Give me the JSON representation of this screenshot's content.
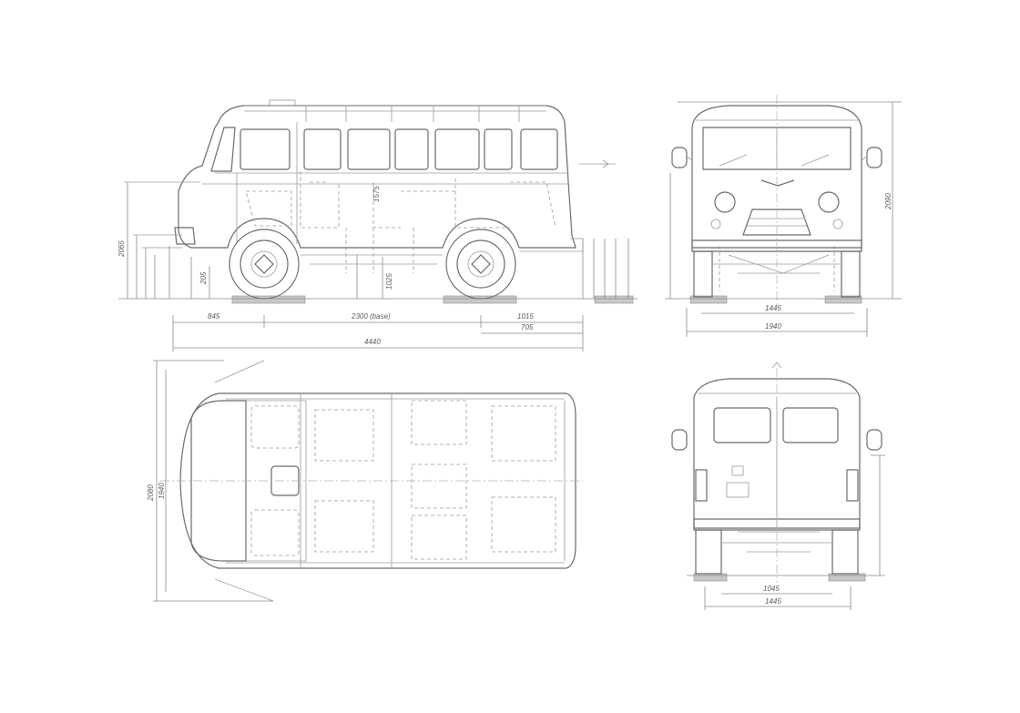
{
  "dimensions": {
    "side": {
      "wheelbase": "2300 (base)",
      "front_overhang": "845",
      "rear_overhang": "1015",
      "overall_length": "4440",
      "height_roof": "2065",
      "height_b": "1575",
      "ground_clearance": "205",
      "seat_height": "1025",
      "rear_offset": "705"
    },
    "front": {
      "track": "1445",
      "overall_width": "1940",
      "height": "2090"
    },
    "rear": {
      "track": "1445",
      "mid_width": "1045"
    },
    "top": {
      "width_outer": "2080",
      "width_inner": "1940"
    }
  },
  "colors": {
    "line": "#6a6a6a",
    "thin": "#9a9a9a",
    "ground": "#c8c8c8"
  }
}
